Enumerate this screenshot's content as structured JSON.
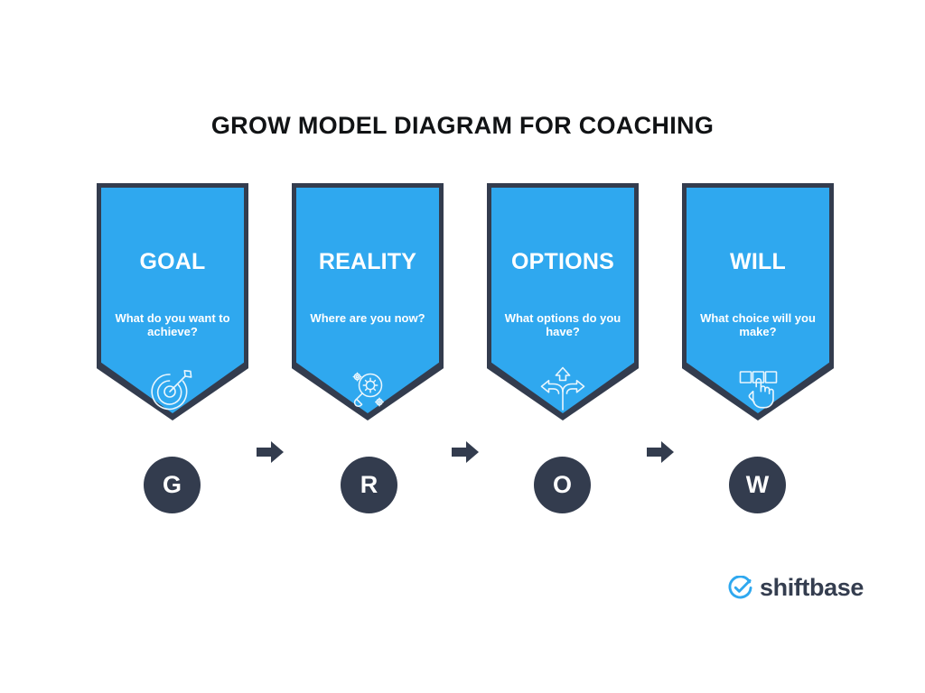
{
  "page": {
    "title": "GROW MODEL DIAGRAM FOR COACHING",
    "background_color": "#ffffff"
  },
  "theme": {
    "banner_fill": "#2fa8ef",
    "banner_border": "#333c4e",
    "circle_fill": "#333c4e",
    "text_on_banner": "#ffffff",
    "title_color": "#111315",
    "arrow_color": "#333c4e",
    "brand_accent": "#2fa8ef",
    "brand_text_color": "#343d4f"
  },
  "stages": [
    {
      "letter": "G",
      "title": "GOAL",
      "question": "What do you want to achieve?",
      "icon": "target-arrow-icon"
    },
    {
      "letter": "R",
      "title": "REALITY",
      "question": "Where are you now?",
      "icon": "magnifier-gears-icon"
    },
    {
      "letter": "O",
      "title": "OPTIONS",
      "question": "What options do you have?",
      "icon": "three-way-arrow-icon"
    },
    {
      "letter": "W",
      "title": "WILL",
      "question": "What choice will you make?",
      "icon": "hand-selecting-box-icon"
    }
  ],
  "connectors": [
    {
      "name": "arrow-goal-to-reality",
      "glyph": "right-arrow-icon"
    },
    {
      "name": "arrow-reality-to-options",
      "glyph": "right-arrow-icon"
    },
    {
      "name": "arrow-options-to-will",
      "glyph": "right-arrow-icon"
    }
  ],
  "brand": {
    "name": "shiftbase",
    "mark": "check-circle-icon"
  }
}
